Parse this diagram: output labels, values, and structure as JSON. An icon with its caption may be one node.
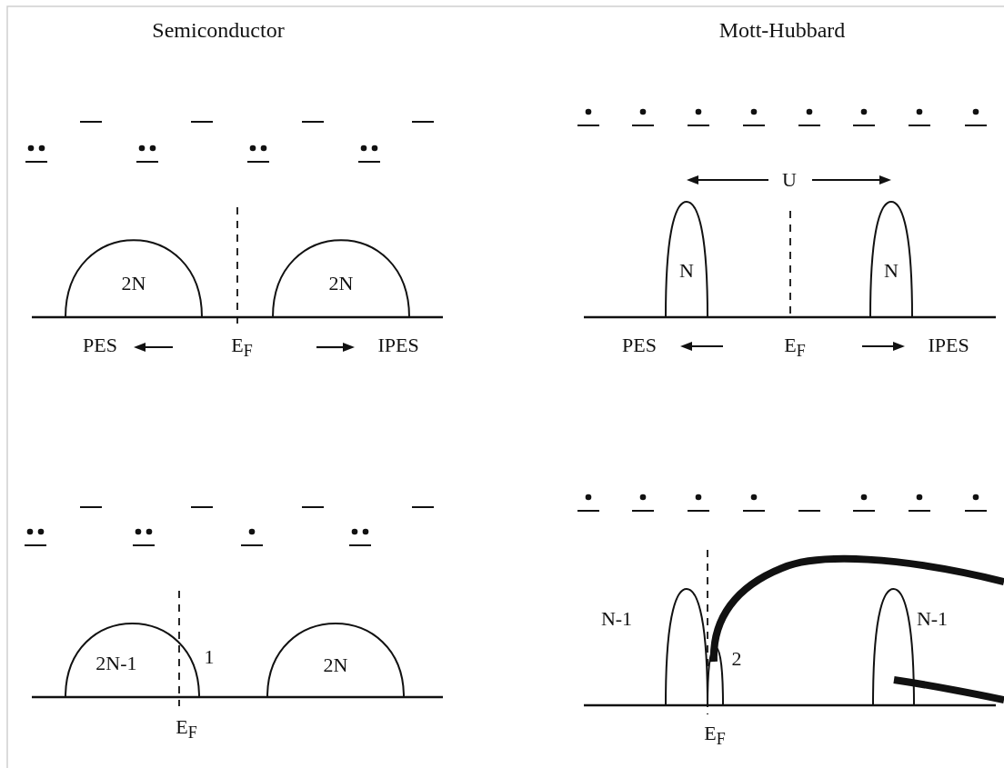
{
  "diagram": {
    "nodes": [
      {
        "text": [
          "2N"
        ]
      },
      {
        "text": [
          "2N"
        ]
      },
      {
        "text": [
          "N"
        ]
      },
      {
        "text": [
          "N"
        ]
      },
      {
        "text": [
          "2N-1"
        ],
        "beside": [
          "1"
        ]
      },
      {
        "text": [
          "2N"
        ]
      },
      {
        "text": [],
        "shape": "peak",
        "beside": [
          "N-1"
        ]
      },
      {
        "text": [],
        "shape": "peak",
        "beside": [
          "2"
        ]
      },
      {
        "text": [],
        "shape": "peak",
        "beside": [
          "N-1"
        ]
      }
    ],
    "labels": [
      "Semiconductor",
      "Mott-Hubbard",
      "U",
      "PES",
      "E$_{F}$",
      "IPES",
      "PES",
      "E$_{F}$",
      "IPES",
      "E$_{F}$",
      "E$_{F}$"
    ]
  }
}
